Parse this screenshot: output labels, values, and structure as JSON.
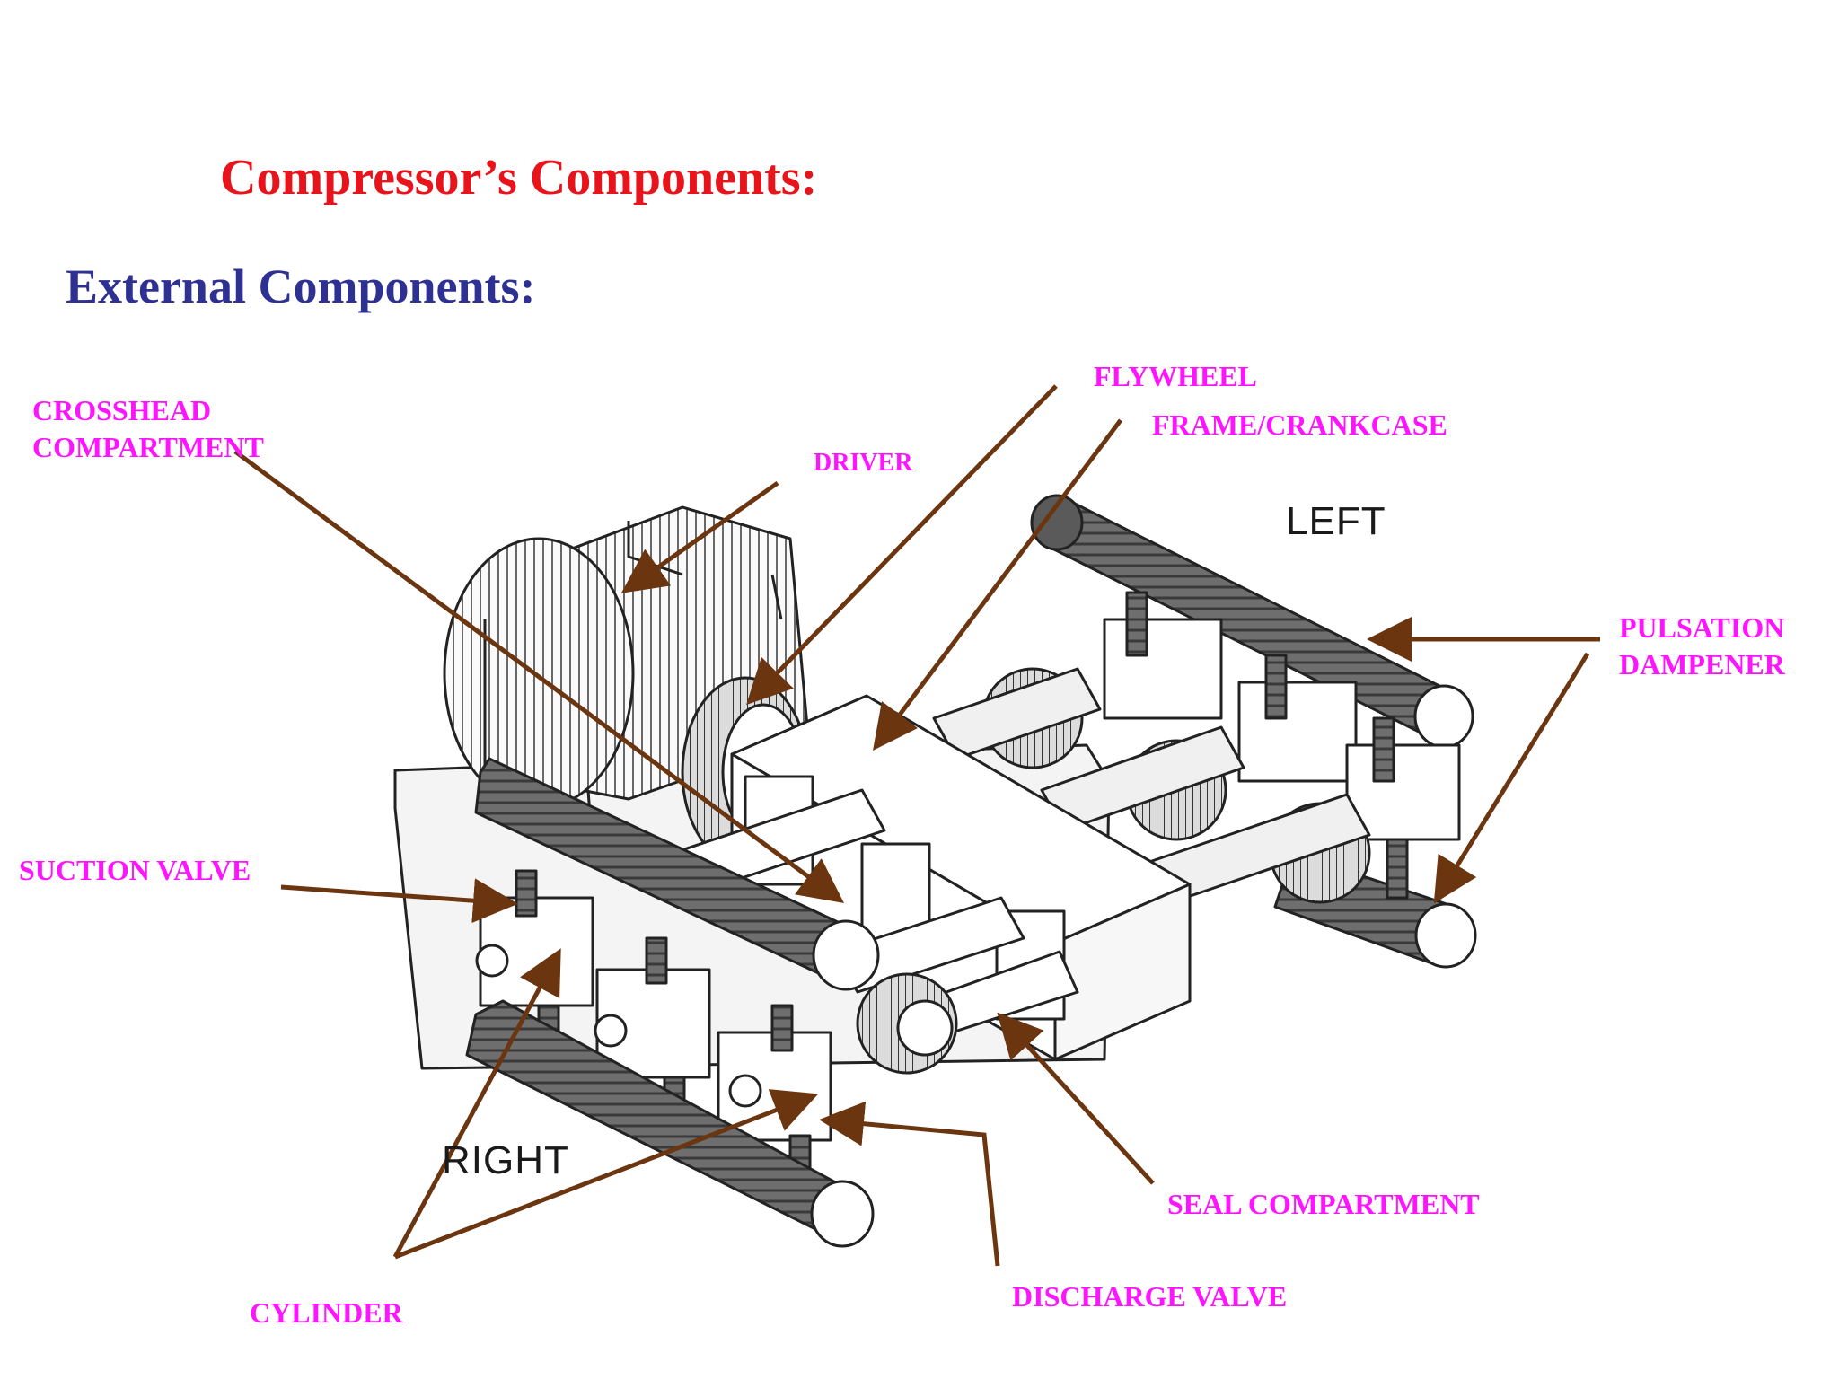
{
  "slide": {
    "title": "Compressor’s Components:",
    "subtitle": "External Components:",
    "title_color": "#e8141c",
    "subtitle_color": "#2e3192",
    "label_color": "#ff14ff",
    "arrow_color": "#6b3510"
  },
  "diagram": {
    "side_left": "LEFT",
    "side_right": "RIGHT",
    "labels": {
      "crosshead_line1": "CROSSHEAD",
      "crosshead_line2": "COMPARTMENT",
      "driver": "DRIVER",
      "flywheel": "FLYWHEEL",
      "frame": "FRAME/CRANKCASE",
      "pulsation_line1": "PULSATION",
      "pulsation_line2": "DAMPENER",
      "suction_valve": "SUCTION VALVE",
      "seal_compartment": "SEAL COMPARTMENT",
      "discharge_valve": "DISCHARGE VALVE",
      "cylinder": "CYLINDER"
    }
  }
}
